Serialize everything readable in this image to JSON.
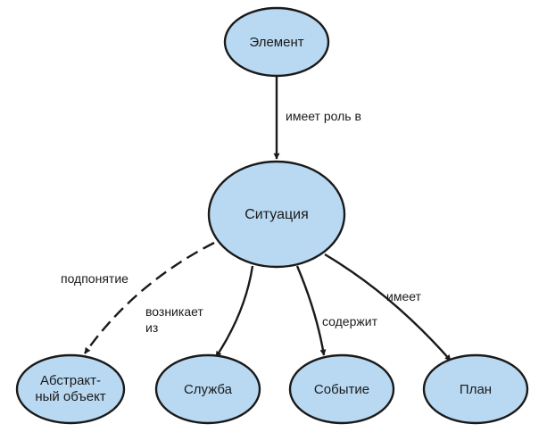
{
  "nodes": {
    "element": "Элемент",
    "situation": "Ситуация",
    "abstract_object": [
      "Абстракт-",
      "ный объект"
    ],
    "service": "Служба",
    "event": "Событие",
    "plan": "План"
  },
  "edges": {
    "element_to_situation": [
      "имеет роль в"
    ],
    "situation_to_abstract": [
      "подпонятие"
    ],
    "situation_to_service": [
      "возникает",
      "из"
    ],
    "situation_to_event": [
      "содержит"
    ],
    "situation_to_plan": [
      "имеет"
    ]
  },
  "colors": {
    "node_fill": "#b9d9f2",
    "stroke": "#1a1a1a"
  }
}
